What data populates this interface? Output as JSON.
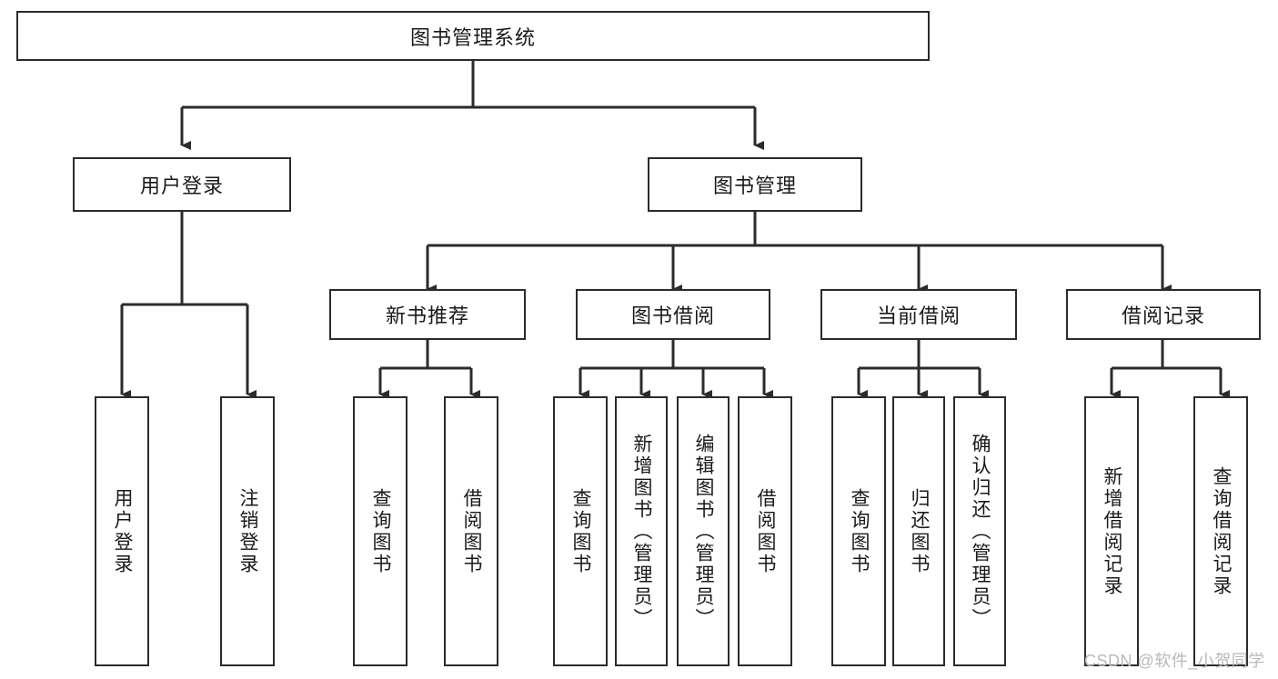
{
  "diagram": {
    "title": "图书管理系统",
    "type": "tree-hierarchy",
    "colors": {
      "box_border": "#2b2b2b",
      "box_fill": "#ffffff",
      "edge": "#2b2b2b",
      "text": "#1a1a1a",
      "watermark": "#b9b9b9"
    },
    "root": {
      "label": "图书管理系统"
    },
    "level2": [
      {
        "id": "user-login",
        "label": "用户登录"
      },
      {
        "id": "book-manage",
        "label": "图书管理"
      }
    ],
    "level3": [
      {
        "id": "new-book-recommend",
        "label": "新书推荐"
      },
      {
        "id": "book-borrow",
        "label": "图书借阅"
      },
      {
        "id": "current-borrow",
        "label": "当前借阅"
      },
      {
        "id": "borrow-record",
        "label": "借阅记录"
      }
    ],
    "leaves": [
      {
        "id": "leaf-user-login",
        "label": "用户登录",
        "parent": "user-login"
      },
      {
        "id": "leaf-logout-login",
        "label": "注销登录",
        "parent": "user-login"
      },
      {
        "id": "leaf-query-book-1",
        "label": "查询图书",
        "parent": "new-book-recommend"
      },
      {
        "id": "leaf-borrow-book-1",
        "label": "借阅图书",
        "parent": "new-book-recommend"
      },
      {
        "id": "leaf-query-book-2",
        "label": "查询图书",
        "parent": "book-borrow"
      },
      {
        "id": "leaf-add-book-admin",
        "label": "新增图书（管理员）",
        "parent": "book-borrow"
      },
      {
        "id": "leaf-edit-book-admin",
        "label": "编辑图书（管理员）",
        "parent": "book-borrow"
      },
      {
        "id": "leaf-borrow-book-2",
        "label": "借阅图书",
        "parent": "book-borrow"
      },
      {
        "id": "leaf-query-book-3",
        "label": "查询图书",
        "parent": "current-borrow"
      },
      {
        "id": "leaf-return-book",
        "label": "归还图书",
        "parent": "current-borrow"
      },
      {
        "id": "leaf-confirm-return-admin",
        "label": "确认归还（管理员）",
        "parent": "current-borrow"
      },
      {
        "id": "leaf-add-borrow-record",
        "label": "新增借阅记录",
        "parent": "borrow-record"
      },
      {
        "id": "leaf-query-borrow-record",
        "label": "查询借阅记录",
        "parent": "borrow-record"
      }
    ],
    "watermark": "CSDN @软件_小贺同学"
  }
}
